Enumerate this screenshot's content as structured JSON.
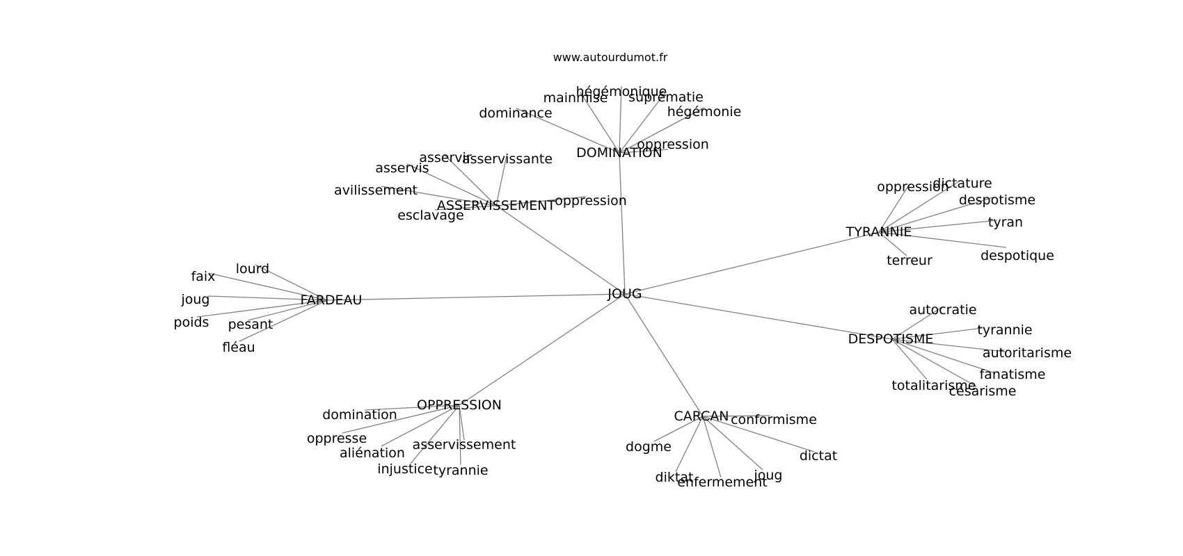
{
  "watermark": "www.autourdumot.fr",
  "colors": {
    "edge": "#808080",
    "text": "#000000",
    "background": "#ffffff"
  },
  "graph": {
    "center": "JOUG",
    "clusters": [
      {
        "hub": "DOMINATION",
        "words": [
          "dominance",
          "mainmise",
          "hégémonique",
          "suprématie",
          "hégémonie",
          "oppression"
        ]
      },
      {
        "hub": "ASSERVISSEMENT",
        "words": [
          "asservir",
          "asservissante",
          "asservis",
          "avilissement",
          "esclavage",
          "oppression"
        ]
      },
      {
        "hub": "TYRANNIE",
        "words": [
          "oppression",
          "dictature",
          "despotisme",
          "tyran",
          "despotique",
          "terreur"
        ]
      },
      {
        "hub": "FARDEAU",
        "words": [
          "lourd",
          "faix",
          "joug",
          "poids",
          "pesant",
          "fléau"
        ]
      },
      {
        "hub": "DESPOTISME",
        "words": [
          "autocratie",
          "tyrannie",
          "autoritarisme",
          "fanatisme",
          "totalitarisme",
          "césarisme"
        ]
      },
      {
        "hub": "OPPRESSION",
        "words": [
          "domination",
          "oppresse",
          "aliénation",
          "asservissement",
          "injustice",
          "tyrannie"
        ]
      },
      {
        "hub": "CARCAN",
        "words": [
          "conformisme",
          "dogme",
          "dictat",
          "diktat",
          "enfermement",
          "joug"
        ]
      }
    ]
  }
}
